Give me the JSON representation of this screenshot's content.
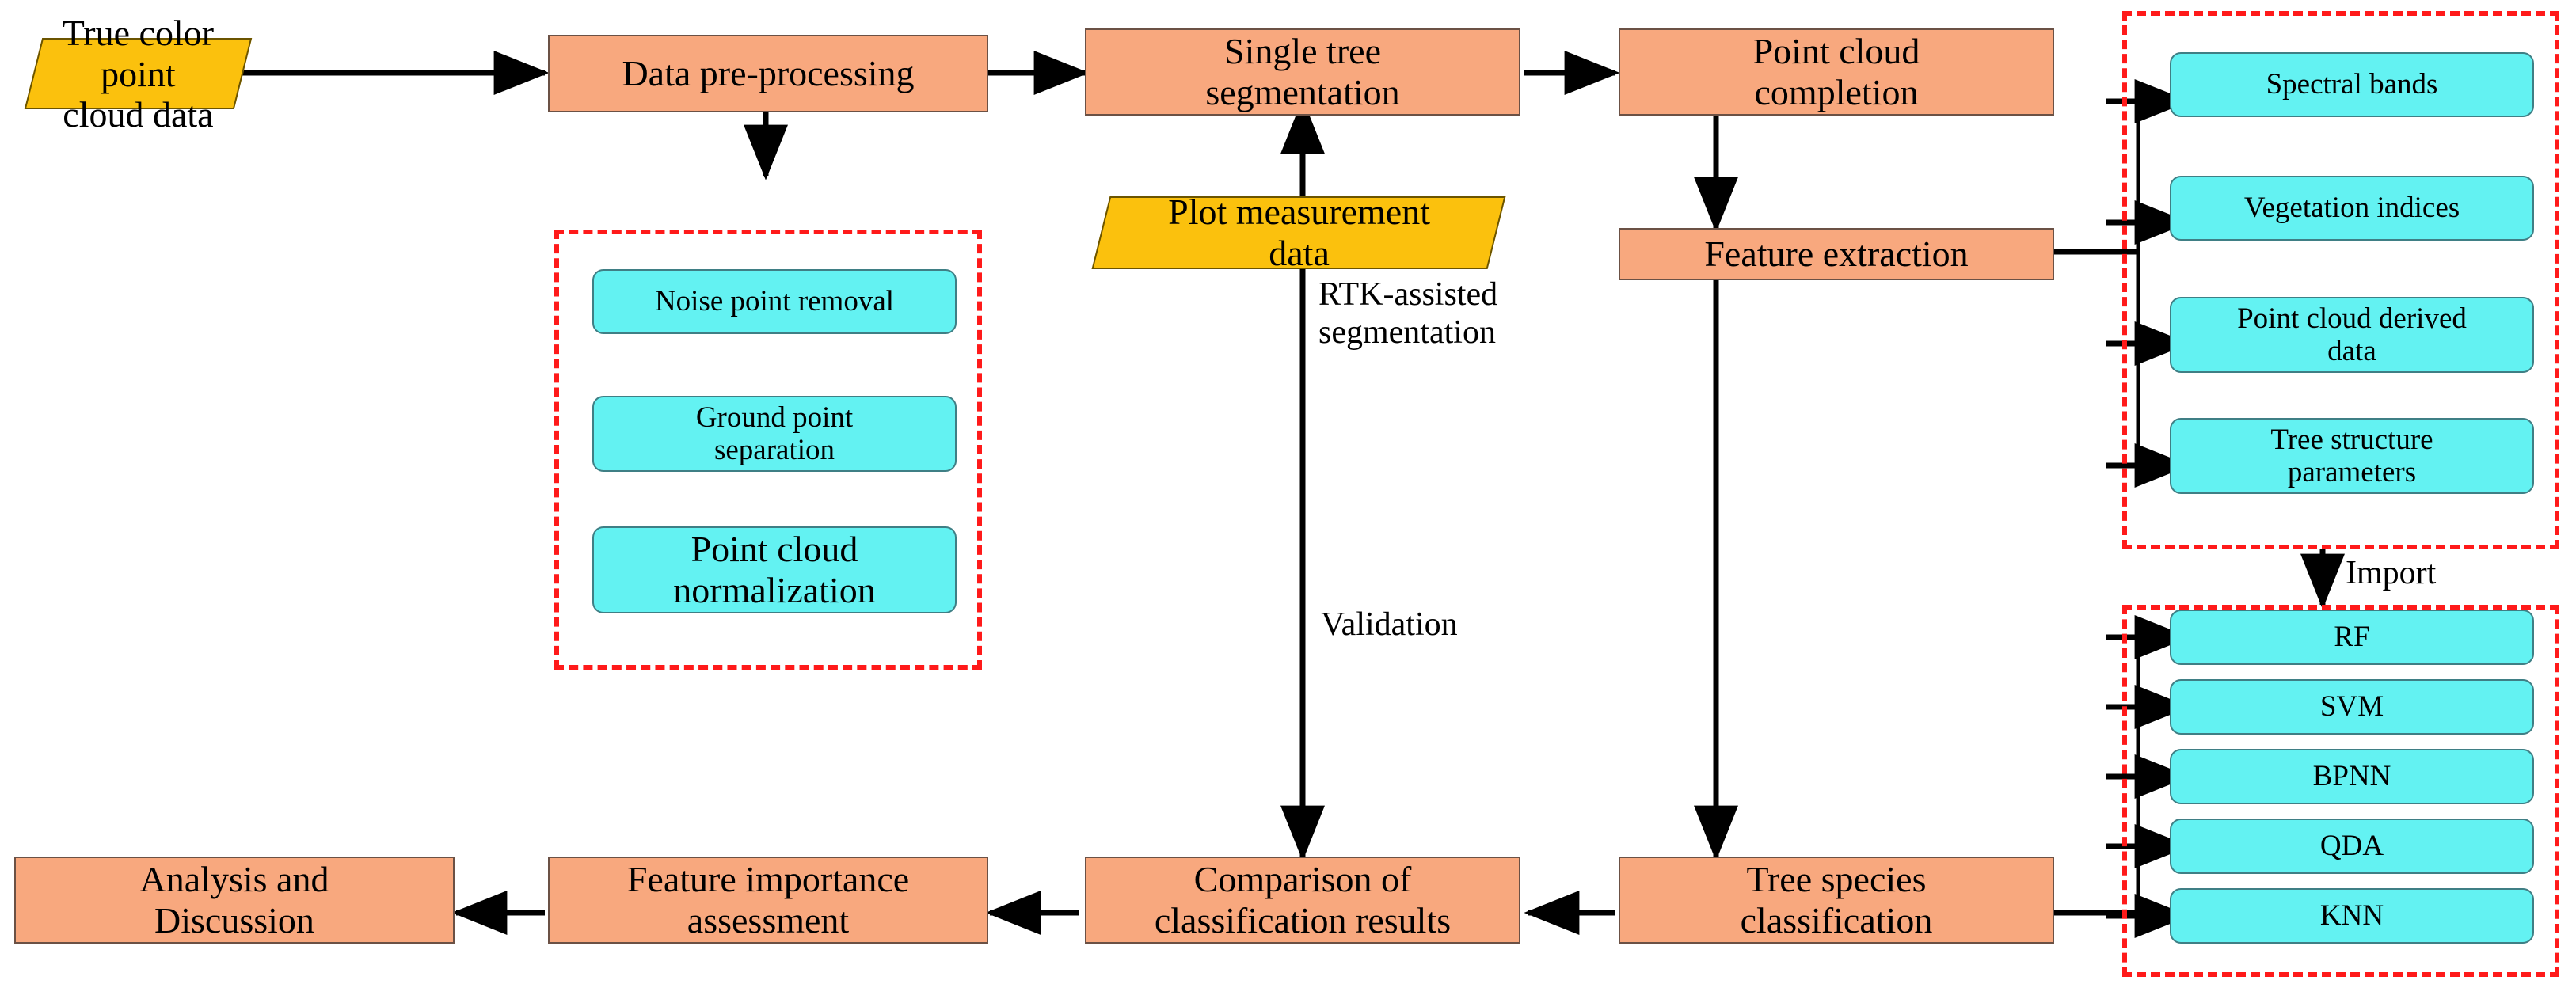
{
  "diagram": {
    "title": "Tree species classification workflow",
    "colors": {
      "process_fill": "#F8A87E",
      "data_fill": "#FBC10D",
      "sub_fill": "#63F2F2",
      "group_border": "#FF1A1A",
      "edge": "#000000"
    }
  },
  "nodes": {
    "true_color_point_cloud_data": "True color point\ncloud data",
    "data_preprocessing": "Data pre-processing",
    "single_tree_segmentation": "Single tree\nsegmentation",
    "point_cloud_completion": "Point cloud\ncompletion",
    "plot_measurement_data": "Plot measurement\ndata",
    "feature_extraction": "Feature extraction",
    "tree_species_classification": "Tree species\nclassification",
    "comparison_of_classification_results": "Comparison of\nclassification results",
    "feature_importance_assessment": "Feature importance\nassessment",
    "analysis_and_discussion": "Analysis and\nDiscussion"
  },
  "preprocessing_group": {
    "items": [
      "Noise point removal",
      "Ground point\nseparation",
      "Point cloud\nnormalization"
    ]
  },
  "feature_group": {
    "items": [
      "Spectral bands",
      "Vegetation indices",
      "Point cloud derived\ndata",
      "Tree structure\nparameters"
    ]
  },
  "classifier_group": {
    "items": [
      "RF",
      "SVM",
      "BPNN",
      "QDA",
      "KNN"
    ]
  },
  "edge_labels": {
    "rtk_assisted_segmentation": "RTK-assisted\nsegmentation",
    "validation": "Validation",
    "import": "Import"
  }
}
